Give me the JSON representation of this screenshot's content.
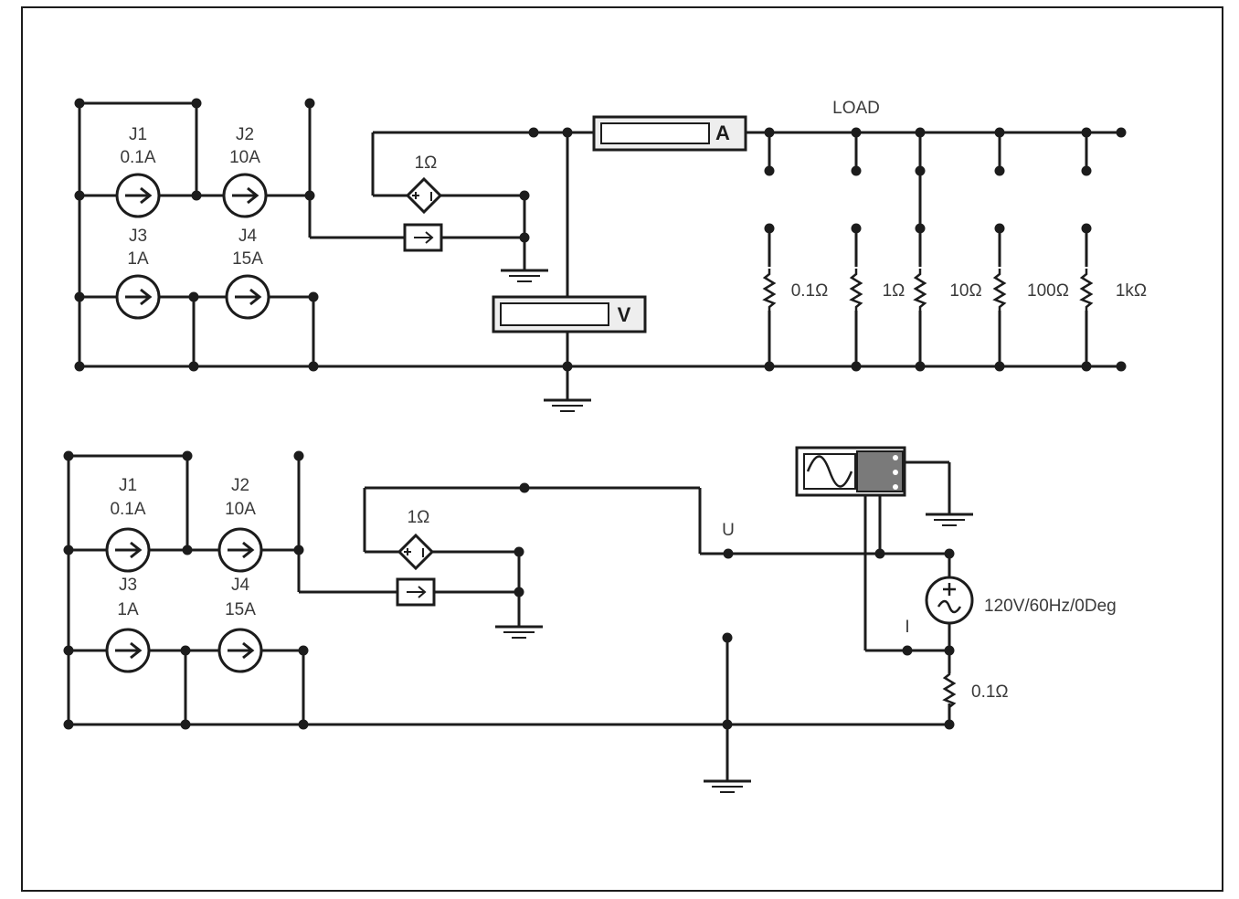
{
  "top": {
    "sources": [
      {
        "name": "J1",
        "value": "0.1A"
      },
      {
        "name": "J2",
        "value": "10A"
      },
      {
        "name": "J3",
        "value": "1A"
      },
      {
        "name": "J4",
        "value": "15A"
      }
    ],
    "ccvs_gain": "1Ω",
    "ammeter_letter": "A",
    "voltmeter_letter": "V",
    "load_label": "LOAD",
    "loads": [
      "0.1Ω",
      "1Ω",
      "10Ω",
      "100Ω",
      "1kΩ"
    ]
  },
  "bottom": {
    "sources": [
      {
        "name": "J1",
        "value": "0.1A"
      },
      {
        "name": "J2",
        "value": "10A"
      },
      {
        "name": "J3",
        "value": "1A"
      },
      {
        "name": "J4",
        "value": "15A"
      }
    ],
    "ccvs_gain": "1Ω",
    "node_u": "U",
    "node_i": "I",
    "ac_source": "120V/60Hz/0Deg",
    "shunt": "0.1Ω"
  }
}
